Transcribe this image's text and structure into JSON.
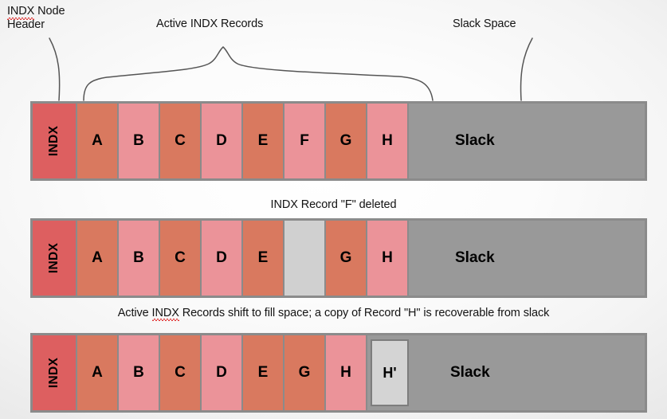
{
  "labels": {
    "node_header_line1": "INDX",
    "node_header_line1_rest": " Node",
    "node_header_line2": "Header",
    "active_records": "Active INDX Records",
    "slack_space": "Slack Space"
  },
  "captions": {
    "row2": "INDX Record \"F\" deleted",
    "row3_pre": "Active ",
    "row3_misspelled": "INDX",
    "row3_post": " Records shift to fill space; a copy of Record \"H\" is recoverable from slack"
  },
  "colors": {
    "indx_header": "#dd5f60",
    "record_salmon": "#d9795f",
    "record_pink": "#eb9399",
    "slack_gray": "#999999",
    "empty_slot": "#d0d0d0",
    "recovered_slot": "#d4d4d4",
    "border": "#8b8b8b",
    "text": "#131313",
    "squiggle": "#e03131"
  },
  "rows": [
    {
      "id": "row-initial",
      "header": "INDX",
      "slack_label": "Slack",
      "cells": [
        {
          "label": "A",
          "tone": "sal"
        },
        {
          "label": "B",
          "tone": "pnk"
        },
        {
          "label": "C",
          "tone": "sal"
        },
        {
          "label": "D",
          "tone": "pnk"
        },
        {
          "label": "E",
          "tone": "sal"
        },
        {
          "label": "F",
          "tone": "pnk"
        },
        {
          "label": "G",
          "tone": "sal"
        },
        {
          "label": "H",
          "tone": "pnk"
        }
      ]
    },
    {
      "id": "row-deleted",
      "header": "INDX",
      "slack_label": "Slack",
      "cells": [
        {
          "label": "A",
          "tone": "sal"
        },
        {
          "label": "B",
          "tone": "pnk"
        },
        {
          "label": "C",
          "tone": "sal"
        },
        {
          "label": "D",
          "tone": "pnk"
        },
        {
          "label": "E",
          "tone": "sal"
        },
        {
          "label": "",
          "tone": "gap"
        },
        {
          "label": "G",
          "tone": "sal"
        },
        {
          "label": "H",
          "tone": "pnk"
        }
      ]
    },
    {
      "id": "row-shifted",
      "header": "INDX",
      "slack_label": "Slack",
      "recovered_label": "H'",
      "cells": [
        {
          "label": "A",
          "tone": "sal"
        },
        {
          "label": "B",
          "tone": "pnk"
        },
        {
          "label": "C",
          "tone": "sal"
        },
        {
          "label": "D",
          "tone": "pnk"
        },
        {
          "label": "E",
          "tone": "sal"
        },
        {
          "label": "G",
          "tone": "sal"
        },
        {
          "label": "H",
          "tone": "pnk"
        }
      ]
    }
  ]
}
